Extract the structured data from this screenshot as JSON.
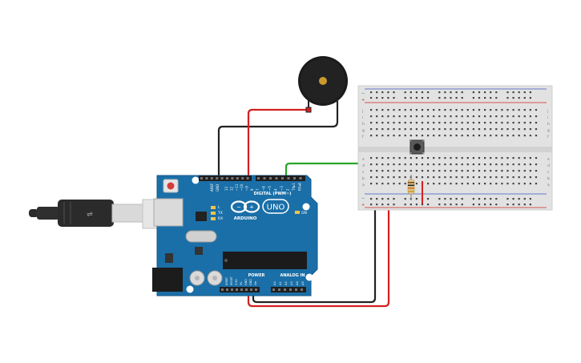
{
  "arduino": {
    "board_name": "UNO",
    "brand": "ARDUINO",
    "digital_header": "DIGITAL (PWM~)",
    "power_header": "POWER",
    "analog_header": "ANALOG IN",
    "tx_label": "TX",
    "rx_label": "RX",
    "l_label": "L",
    "on_label": "ON",
    "aref_label": "AREF",
    "gnd_label": "GND",
    "digital_pins": [
      "13",
      "12",
      "~11",
      "~10",
      "~9",
      "8",
      "7",
      "~6",
      "~5",
      "4",
      "~3",
      "2",
      "TX▸1",
      "RX◂0"
    ],
    "power_pins": [
      "IOREF",
      "RESET",
      "3.3V",
      "5V",
      "GND",
      "GND",
      "Vin"
    ],
    "analog_pins": [
      "A0",
      "A1",
      "A2",
      "A3",
      "A4",
      "A5"
    ]
  },
  "breadboard": {
    "row_letters_top": [
      "j",
      "i",
      "h",
      "g",
      "f"
    ],
    "row_letters_bottom": [
      "e",
      "d",
      "c",
      "b",
      "a"
    ],
    "rail_plus": "+",
    "rail_minus": "−"
  },
  "colors": {
    "board_blue": "#1a6fa8",
    "wire_red": "#d42020",
    "wire_black": "#222222",
    "wire_green": "#2aa52a",
    "breadboard": "#e2e2e2"
  },
  "icons": {
    "usb": "usb-plug-icon",
    "buzzer": "piezo-buzzer-icon",
    "button": "pushbutton-icon",
    "resistor": "resistor-icon",
    "logo": "arduino-infinity-logo"
  }
}
